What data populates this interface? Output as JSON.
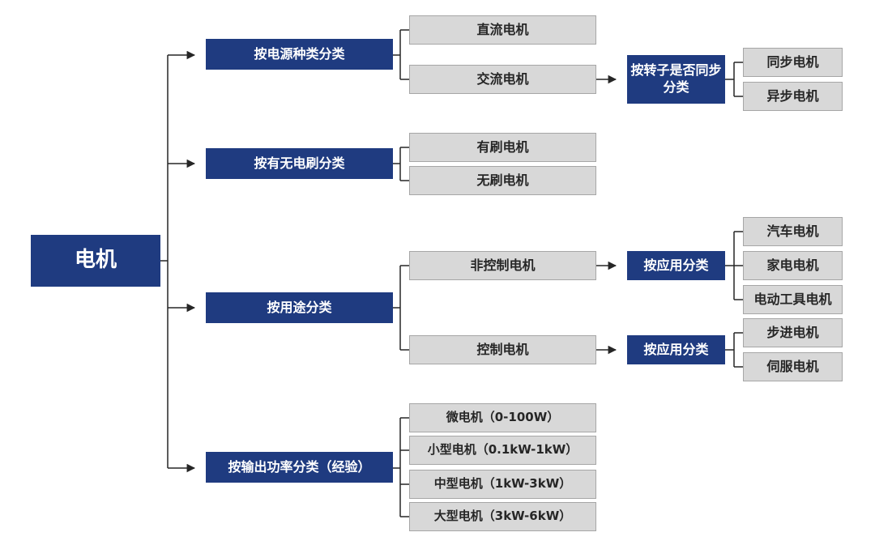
{
  "root": "电机",
  "power_source": {
    "label": "按电源种类分类",
    "dc": "直流电机",
    "ac": "交流电机",
    "rotor_sync": {
      "label": "按转子是否同步分类",
      "sync": "同步电机",
      "async": "异步电机"
    }
  },
  "brush": {
    "label": "按有无电刷分类",
    "brushed": "有刷电机",
    "brushless": "无刷电机"
  },
  "usage": {
    "label": "按用途分类",
    "non_control": {
      "label": "非控制电机",
      "by_application": "按应用分类",
      "items": [
        "汽车电机",
        "家电电机",
        "电动工具电机"
      ]
    },
    "control": {
      "label": "控制电机",
      "by_application": "按应用分类",
      "items": [
        "步进电机",
        "伺服电机"
      ]
    }
  },
  "output_power": {
    "label": "按输出功率分类（经验）",
    "items": [
      "微电机（0-100W）",
      "小型电机（0.1kW-1kW）",
      "中型电机（1kW-3kW）",
      "大型电机（3kW-6kW）"
    ]
  },
  "colors": {
    "node_blue": "#1f3b80",
    "node_gray": "#d8d8d8",
    "line": "#262626"
  }
}
